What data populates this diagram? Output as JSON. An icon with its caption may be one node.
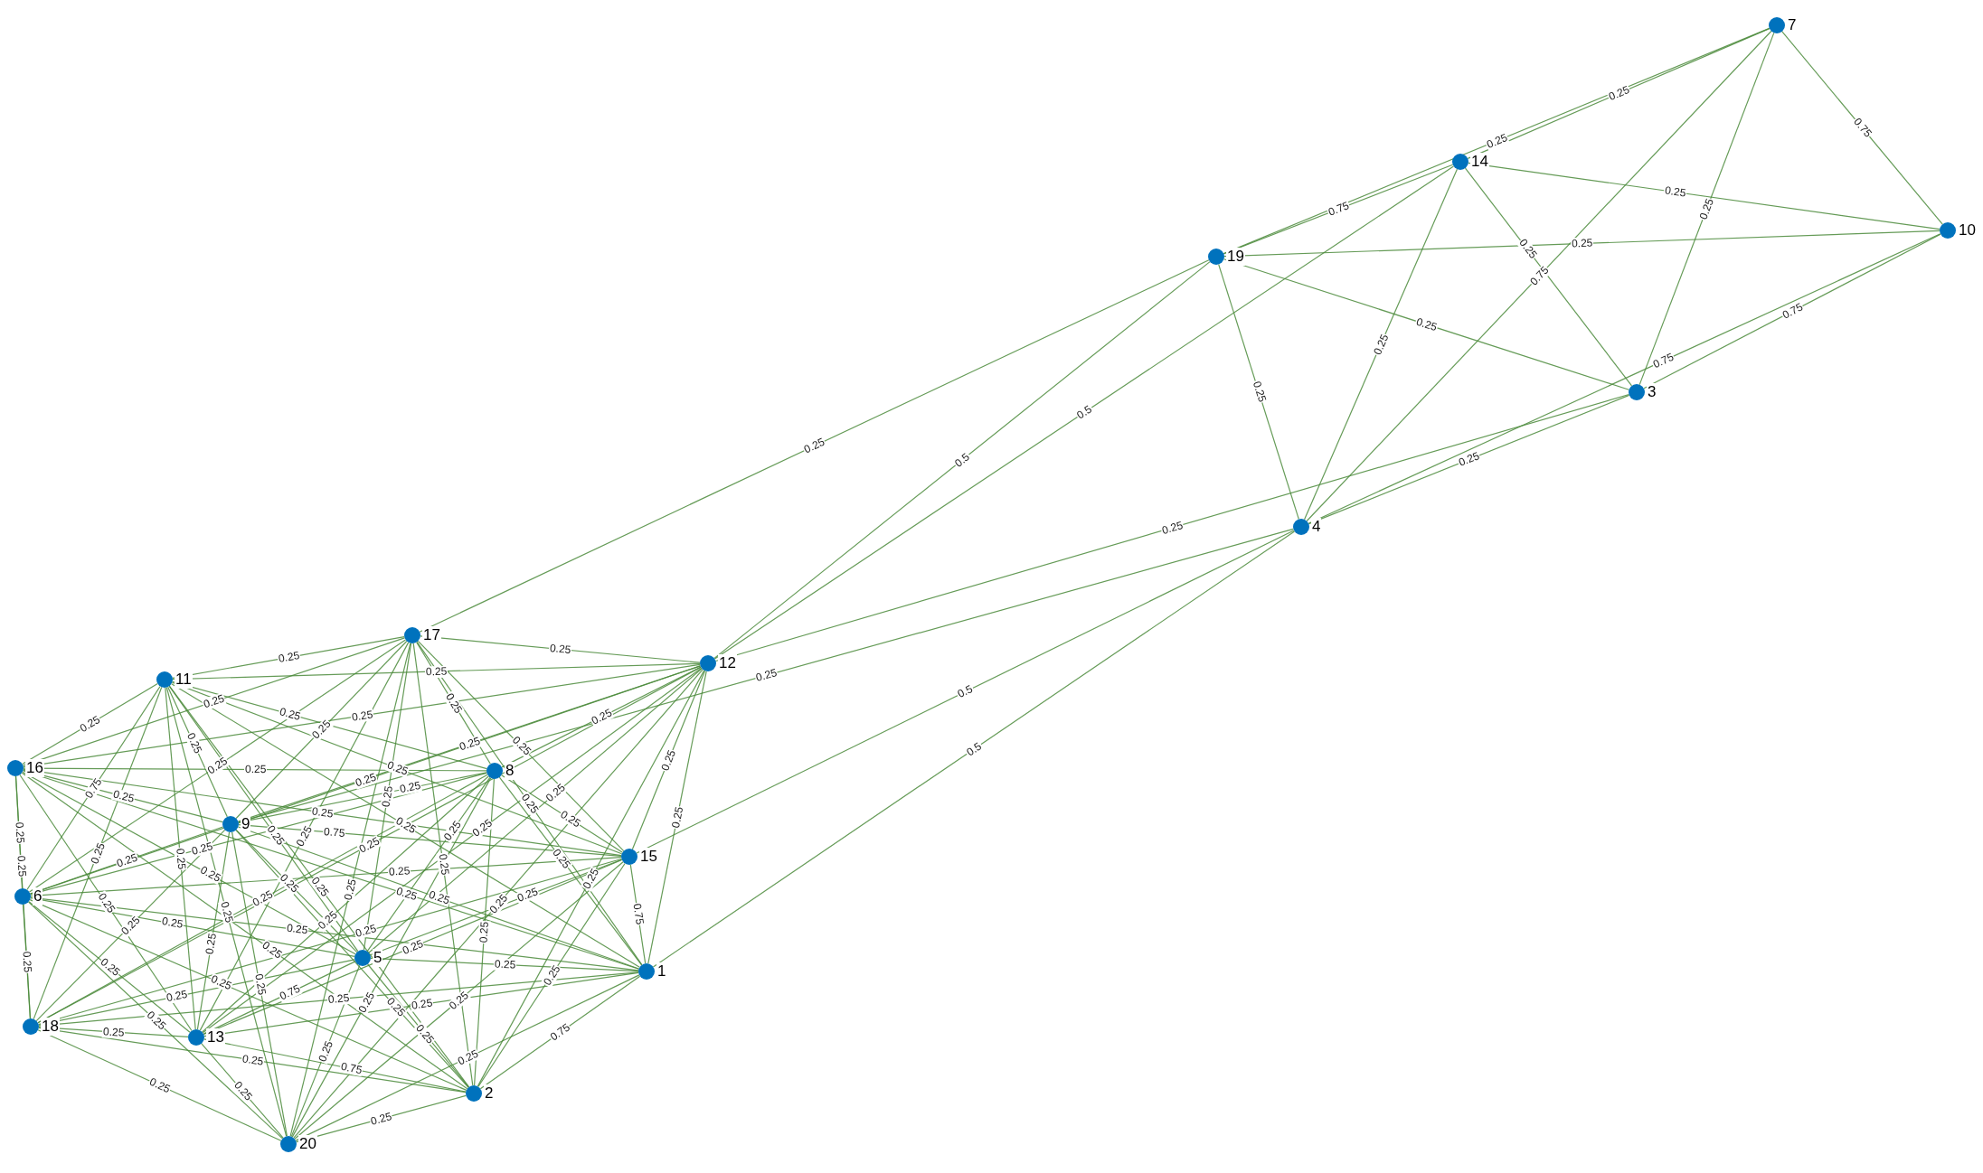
{
  "diagram": {
    "nodes": [
      {
        "text": [
          "1"
        ]
      },
      {
        "text": [
          "2"
        ]
      },
      {
        "text": [
          "3"
        ]
      },
      {
        "text": [
          "4"
        ]
      },
      {
        "text": [
          "5"
        ]
      },
      {
        "text": [
          "6"
        ]
      },
      {
        "text": [
          "7"
        ]
      },
      {
        "text": [
          "8"
        ]
      },
      {
        "text": [
          "9"
        ]
      },
      {
        "text": [
          "10"
        ]
      },
      {
        "text": [
          "11"
        ]
      },
      {
        "text": [
          "12"
        ]
      },
      {
        "text": [
          "13"
        ]
      },
      {
        "text": [
          "14"
        ]
      },
      {
        "text": [
          "15"
        ]
      },
      {
        "text": [
          "16"
        ]
      },
      {
        "text": [
          "17"
        ]
      },
      {
        "text": [
          "18"
        ]
      },
      {
        "text": [
          "19"
        ]
      },
      {
        "text": [
          "20"
        ]
      }
    ],
    "edges": [
      {
        "from": 6,
        "to": 13,
        "arrow": "none",
        "label": "0.25"
      },
      {
        "from": 6,
        "to": 18,
        "arrow": "none",
        "label": "0.25"
      },
      {
        "from": 13,
        "to": 18,
        "arrow": "none",
        "label": "0.75"
      },
      {
        "from": 6,
        "to": 9,
        "arrow": "none",
        "label": "0.75"
      },
      {
        "from": 6,
        "to": 3,
        "arrow": "none",
        "label": "0.75"
      },
      {
        "from": 6,
        "to": 2,
        "arrow": "none",
        "label": "0.25"
      },
      {
        "from": 13,
        "to": 9,
        "arrow": "none",
        "label": "0.25"
      },
      {
        "from": 13,
        "to": 2,
        "arrow": "none",
        "label": "0.25"
      },
      {
        "from": 13,
        "to": 3,
        "arrow": "none",
        "label": "0.25"
      },
      {
        "from": 13,
        "to": 11,
        "arrow": "none",
        "label": "0.5"
      },
      {
        "from": 18,
        "to": 9,
        "arrow": "none",
        "label": "0.25"
      },
      {
        "from": 18,
        "to": 2,
        "arrow": "none",
        "label": "0.25"
      },
      {
        "from": 18,
        "to": 3,
        "arrow": "none",
        "label": "0.25"
      },
      {
        "from": 18,
        "to": 16,
        "arrow": "none",
        "label": "0.25"
      },
      {
        "from": 18,
        "to": 11,
        "arrow": "none",
        "label": "0.5"
      },
      {
        "from": 9,
        "to": 2,
        "arrow": "none",
        "label": "0.75"
      },
      {
        "from": 9,
        "to": 3,
        "arrow": "none",
        "label": "0.75"
      },
      {
        "from": 2,
        "to": 3,
        "arrow": "none",
        "label": "0.25"
      },
      {
        "from": 11,
        "to": 2,
        "arrow": "none",
        "label": "0.25"
      },
      {
        "from": 3,
        "to": 8,
        "arrow": "none",
        "label": "0.25"
      },
      {
        "from": 3,
        "to": 14,
        "arrow": "none",
        "label": "0.5"
      },
      {
        "from": 3,
        "to": 0,
        "arrow": "none",
        "label": "0.5"
      },
      {
        "from": 16,
        "to": 11,
        "arrow": "none",
        "label": "0.25"
      },
      {
        "from": 16,
        "to": 10,
        "arrow": "none",
        "label": "0.25"
      },
      {
        "from": 16,
        "to": 15,
        "arrow": "none",
        "label": "0.25"
      },
      {
        "from": 16,
        "to": 7,
        "arrow": "none",
        "label": "0.25"
      },
      {
        "from": 16,
        "to": 14,
        "arrow": "none",
        "label": "0.25"
      },
      {
        "from": 16,
        "to": 8,
        "arrow": "none",
        "label": "0.25"
      },
      {
        "from": 16,
        "to": 5,
        "arrow": "none",
        "label": "0.25"
      },
      {
        "from": 16,
        "to": 4,
        "arrow": "none",
        "label": "0.25"
      },
      {
        "from": 16,
        "to": 12,
        "arrow": "none",
        "label": "0.25"
      },
      {
        "from": 16,
        "to": 1,
        "arrow": "none",
        "label": "0.25"
      },
      {
        "from": 16,
        "to": 19,
        "arrow": "none",
        "label": "0.25"
      },
      {
        "from": 16,
        "to": 0,
        "arrow": "none",
        "label": "0.25"
      },
      {
        "from": 11,
        "to": 10,
        "arrow": "none",
        "label": "0.25"
      },
      {
        "from": 11,
        "to": 15,
        "arrow": "none",
        "label": "0.25"
      },
      {
        "from": 11,
        "to": 7,
        "arrow": "none",
        "label": "0.25"
      },
      {
        "from": 11,
        "to": 8,
        "arrow": "none",
        "label": "0.25"
      },
      {
        "from": 11,
        "to": 14,
        "arrow": "none",
        "label": "0.25"
      },
      {
        "from": 11,
        "to": 0,
        "arrow": "none",
        "label": "0.25"
      },
      {
        "from": 11,
        "to": 1,
        "arrow": "none",
        "label": "0.25"
      },
      {
        "from": 11,
        "to": 4,
        "arrow": "none",
        "label": "0.25"
      },
      {
        "from": 11,
        "to": 12,
        "arrow": "none",
        "label": "0.25"
      },
      {
        "from": 11,
        "to": 5,
        "arrow": "none",
        "label": "0.25"
      },
      {
        "from": 11,
        "to": 17,
        "arrow": "none",
        "label": "0.25"
      },
      {
        "from": 11,
        "to": 19,
        "arrow": "none",
        "label": "0.25"
      },
      {
        "from": 10,
        "to": 15,
        "arrow": "none",
        "label": "0.25"
      },
      {
        "from": 10,
        "to": 7,
        "arrow": "none",
        "label": "0.25"
      },
      {
        "from": 10,
        "to": 14,
        "arrow": "none",
        "label": "0.25"
      },
      {
        "from": 10,
        "to": 8,
        "arrow": "none",
        "label": "0.25"
      },
      {
        "from": 10,
        "to": 4,
        "arrow": "none",
        "label": "0.25"
      },
      {
        "from": 10,
        "to": 12,
        "arrow": "none",
        "label": "0.25"
      },
      {
        "from": 10,
        "to": 0,
        "arrow": "none",
        "label": "0.25"
      },
      {
        "from": 10,
        "to": 1,
        "arrow": "none",
        "label": "0.25"
      },
      {
        "from": 10,
        "to": 17,
        "arrow": "none",
        "label": "0.25"
      },
      {
        "from": 10,
        "to": 5,
        "arrow": "none",
        "label": "0.75"
      },
      {
        "from": 10,
        "to": 19,
        "arrow": "none",
        "label": "0.25"
      },
      {
        "from": 15,
        "to": 7,
        "arrow": "none",
        "label": "0.25"
      },
      {
        "from": 15,
        "to": 14,
        "arrow": "none",
        "label": "0.25"
      },
      {
        "from": 15,
        "to": 8,
        "arrow": "none",
        "label": "0.25"
      },
      {
        "from": 15,
        "to": 4,
        "arrow": "none",
        "label": "0.25"
      },
      {
        "from": 15,
        "to": 5,
        "arrow": "none",
        "label": "0.25"
      },
      {
        "from": 15,
        "to": 0,
        "arrow": "none",
        "label": "0.25"
      },
      {
        "from": 15,
        "to": 12,
        "arrow": "none",
        "label": "0.25"
      },
      {
        "from": 15,
        "to": 1,
        "arrow": "none",
        "label": "0.25"
      },
      {
        "from": 15,
        "to": 17,
        "arrow": "none",
        "label": "0.25"
      },
      {
        "from": 7,
        "to": 14,
        "arrow": "none",
        "label": "0.25"
      },
      {
        "from": 7,
        "to": 8,
        "arrow": "none",
        "label": "0.25"
      },
      {
        "from": 7,
        "to": 5,
        "arrow": "none",
        "label": "0.25"
      },
      {
        "from": 7,
        "to": 4,
        "arrow": "none",
        "label": "0.25"
      },
      {
        "from": 7,
        "to": 0,
        "arrow": "none",
        "label": "0.25"
      },
      {
        "from": 7,
        "to": 1,
        "arrow": "none",
        "label": "0.25"
      },
      {
        "from": 7,
        "to": 12,
        "arrow": "none",
        "label": "0.25"
      },
      {
        "from": 7,
        "to": 17,
        "arrow": "none",
        "label": "0.25"
      },
      {
        "from": 7,
        "to": 19,
        "arrow": "none",
        "label": "0.25"
      },
      {
        "from": 8,
        "to": 14,
        "arrow": "none",
        "label": "0.75"
      },
      {
        "from": 8,
        "to": 5,
        "arrow": "none",
        "label": "0.25"
      },
      {
        "from": 8,
        "to": 4,
        "arrow": "none",
        "label": "0.25"
      },
      {
        "from": 8,
        "to": 0,
        "arrow": "none",
        "label": "0.25"
      },
      {
        "from": 8,
        "to": 12,
        "arrow": "none",
        "label": "0.25"
      },
      {
        "from": 8,
        "to": 1,
        "arrow": "none",
        "label": "0.25"
      },
      {
        "from": 8,
        "to": 17,
        "arrow": "none",
        "label": "0.25"
      },
      {
        "from": 8,
        "to": 19,
        "arrow": "none",
        "label": "0.25"
      },
      {
        "from": 14,
        "to": 0,
        "arrow": "none",
        "label": "0.75"
      },
      {
        "from": 14,
        "to": 5,
        "arrow": "none",
        "label": "0.25"
      },
      {
        "from": 14,
        "to": 4,
        "arrow": "none",
        "label": "0.25"
      },
      {
        "from": 14,
        "to": 12,
        "arrow": "none",
        "label": "0.25"
      },
      {
        "from": 14,
        "to": 1,
        "arrow": "none",
        "label": "0.25"
      },
      {
        "from": 14,
        "to": 19,
        "arrow": "none",
        "label": "0.25"
      },
      {
        "from": 14,
        "to": 17,
        "arrow": "none",
        "label": "0.25"
      },
      {
        "from": 5,
        "to": 17,
        "arrow": "none",
        "label": "0.25"
      },
      {
        "from": 5,
        "to": 4,
        "arrow": "none",
        "label": "0.25"
      },
      {
        "from": 5,
        "to": 0,
        "arrow": "none",
        "label": "0.25"
      },
      {
        "from": 5,
        "to": 12,
        "arrow": "none",
        "label": "0.25"
      },
      {
        "from": 5,
        "to": 1,
        "arrow": "none",
        "label": "0.25"
      },
      {
        "from": 5,
        "to": 19,
        "arrow": "none",
        "label": "0.25"
      },
      {
        "from": 4,
        "to": 0,
        "arrow": "none",
        "label": "0.25"
      },
      {
        "from": 4,
        "to": 1,
        "arrow": "none",
        "label": "0.25"
      },
      {
        "from": 4,
        "to": 12,
        "arrow": "none",
        "label": "0.75"
      },
      {
        "from": 4,
        "to": 17,
        "arrow": "none",
        "label": "0.25"
      },
      {
        "from": 4,
        "to": 19,
        "arrow": "none",
        "label": "0.25"
      },
      {
        "from": 0,
        "to": 1,
        "arrow": "none",
        "label": "0.75"
      },
      {
        "from": 0,
        "to": 12,
        "arrow": "none",
        "label": "0.25"
      },
      {
        "from": 0,
        "to": 17,
        "arrow": "none",
        "label": "0.25"
      },
      {
        "from": 0,
        "to": 19,
        "arrow": "none",
        "label": "0.25"
      },
      {
        "from": 17,
        "to": 12,
        "arrow": "none",
        "label": "0.25"
      },
      {
        "from": 17,
        "to": 19,
        "arrow": "none",
        "label": "0.25"
      },
      {
        "from": 17,
        "to": 1,
        "arrow": "none",
        "label": "0.25"
      },
      {
        "from": 12,
        "to": 19,
        "arrow": "none",
        "label": "0.25"
      },
      {
        "from": 12,
        "to": 1,
        "arrow": "none",
        "label": "0.75"
      },
      {
        "from": 19,
        "to": 1,
        "arrow": "none",
        "label": "0.25"
      }
    ]
  }
}
